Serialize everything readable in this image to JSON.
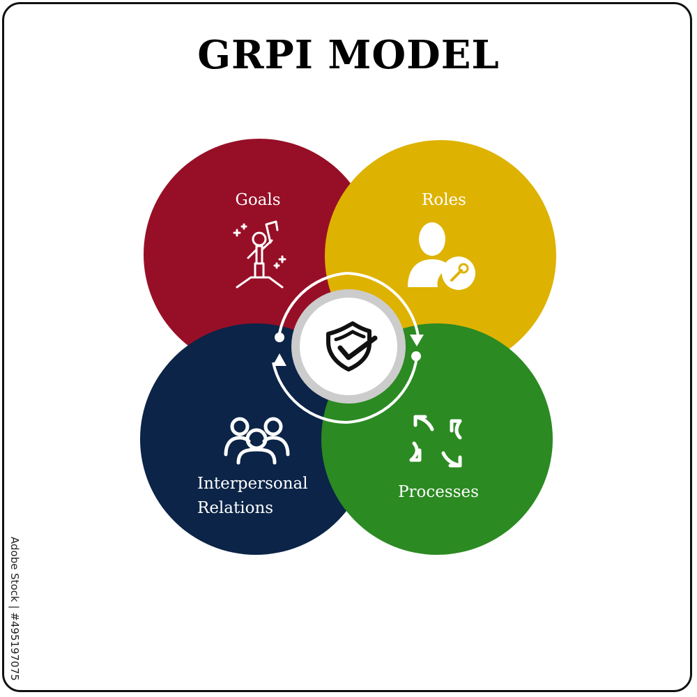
{
  "title": "GRPI MODEL",
  "quadrants": [
    {
      "label": "Goals",
      "color": "#970f27",
      "icon": "achievement-flag-person-icon"
    },
    {
      "label": "Roles",
      "color": "#deb200",
      "icon": "user-wrench-icon"
    },
    {
      "label_lines": [
        "Interpersonal",
        "Relations"
      ],
      "color": "#0b2447",
      "icon": "team-people-icon"
    },
    {
      "label": "Processes",
      "color": "#2b8a22",
      "icon": "cycle-arrows-icon"
    }
  ],
  "center": {
    "icon": "shield-check-icon",
    "ring_color": "#cccccc"
  },
  "side_text": "Adobe Stock | #495197075"
}
